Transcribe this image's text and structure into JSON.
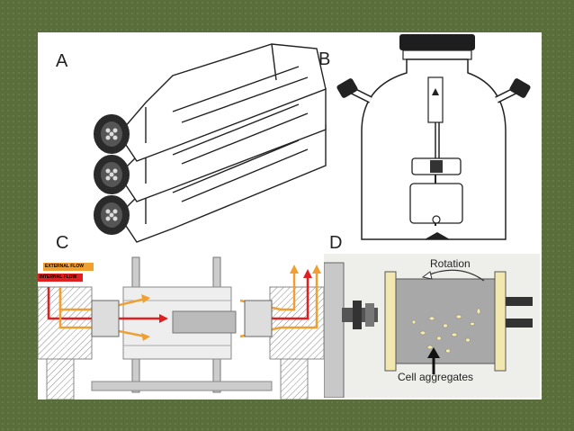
{
  "labels": {
    "a": "A",
    "b": "B",
    "c": "C",
    "d": "D"
  },
  "panel_c": {
    "external_flow": "EXTERNAL FLOW",
    "internal_flow": "INTERNAL FLOW"
  },
  "panel_d": {
    "rotation": "Rotation",
    "cell_aggregates": "Cell aggregates"
  },
  "colors": {
    "background": "#5a6e3c",
    "panel": "#ffffff",
    "flow_orange": "#f0a030",
    "flow_red": "#e02020"
  }
}
